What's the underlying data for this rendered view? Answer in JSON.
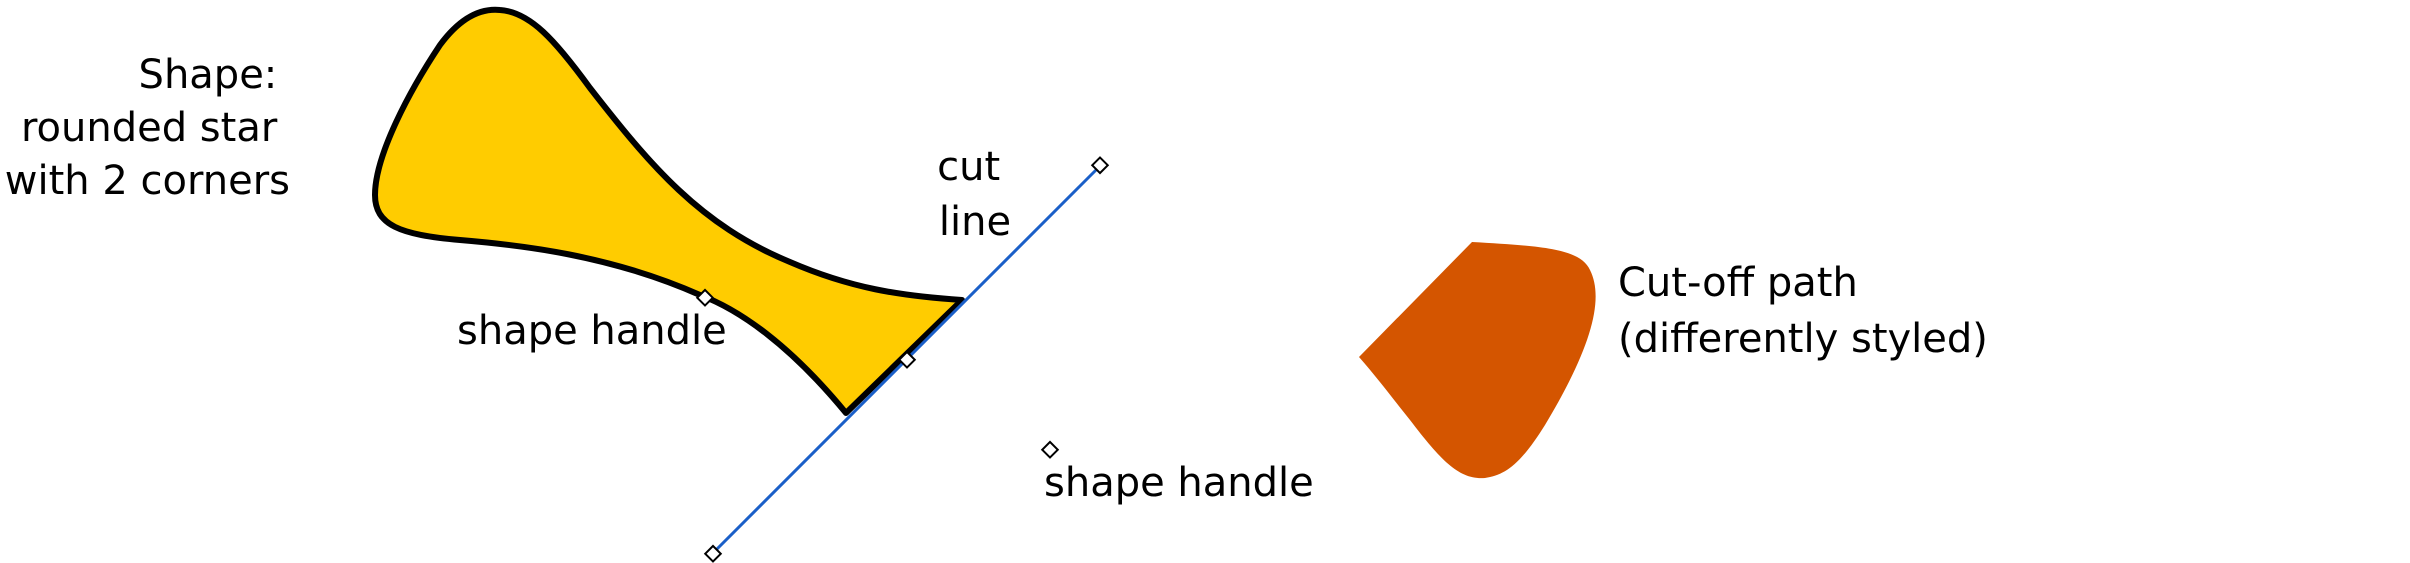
{
  "labels": {
    "shape_title": [
      "Shape:",
      "rounded star",
      "with 2 corners"
    ],
    "cut_line": [
      "cut",
      "line"
    ],
    "shape_handle_left": "shape handle",
    "shape_handle_right": "shape handle",
    "cut_off_path": [
      "Cut-off path",
      "(differently styled)"
    ]
  },
  "colors": {
    "shape_fill": "#ffcc00",
    "shape_stroke": "#000000",
    "cut_line": "#1a5fc8",
    "cut_off_fill": "#d45500",
    "handle_fill": "#ffffff",
    "handle_stroke": "#000000"
  }
}
